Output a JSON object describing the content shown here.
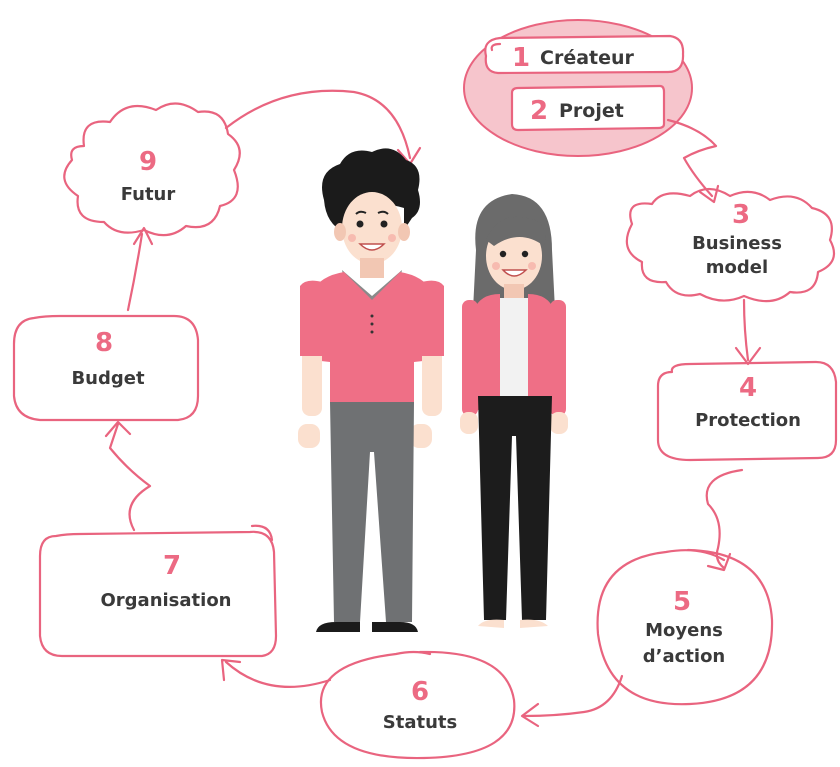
{
  "colors": {
    "accent": "#e9647f",
    "accent_light": "#f6c5cc",
    "text": "#3a3a3a",
    "shirt": "#ef6f86",
    "pants_man": "#6f7173",
    "pants_woman": "#1c1c1c",
    "hair_man": "#1b1b1b",
    "hair_woman": "#6b6b6b",
    "skin": "#fbe0cf"
  },
  "top_group": {
    "step1": {
      "number": "1",
      "label": "Créateur"
    },
    "step2": {
      "number": "2",
      "label": "Projet"
    }
  },
  "steps": [
    {
      "number": "3",
      "label_lines": [
        "Business",
        "model"
      ]
    },
    {
      "number": "4",
      "label_lines": [
        "Protection"
      ]
    },
    {
      "number": "5",
      "label_lines": [
        "Moyens",
        "d’action"
      ]
    },
    {
      "number": "6",
      "label_lines": [
        "Statuts"
      ]
    },
    {
      "number": "7",
      "label_lines": [
        "Organisation"
      ]
    },
    {
      "number": "8",
      "label_lines": [
        "Budget"
      ]
    },
    {
      "number": "9",
      "label_lines": [
        "Futur"
      ]
    }
  ]
}
